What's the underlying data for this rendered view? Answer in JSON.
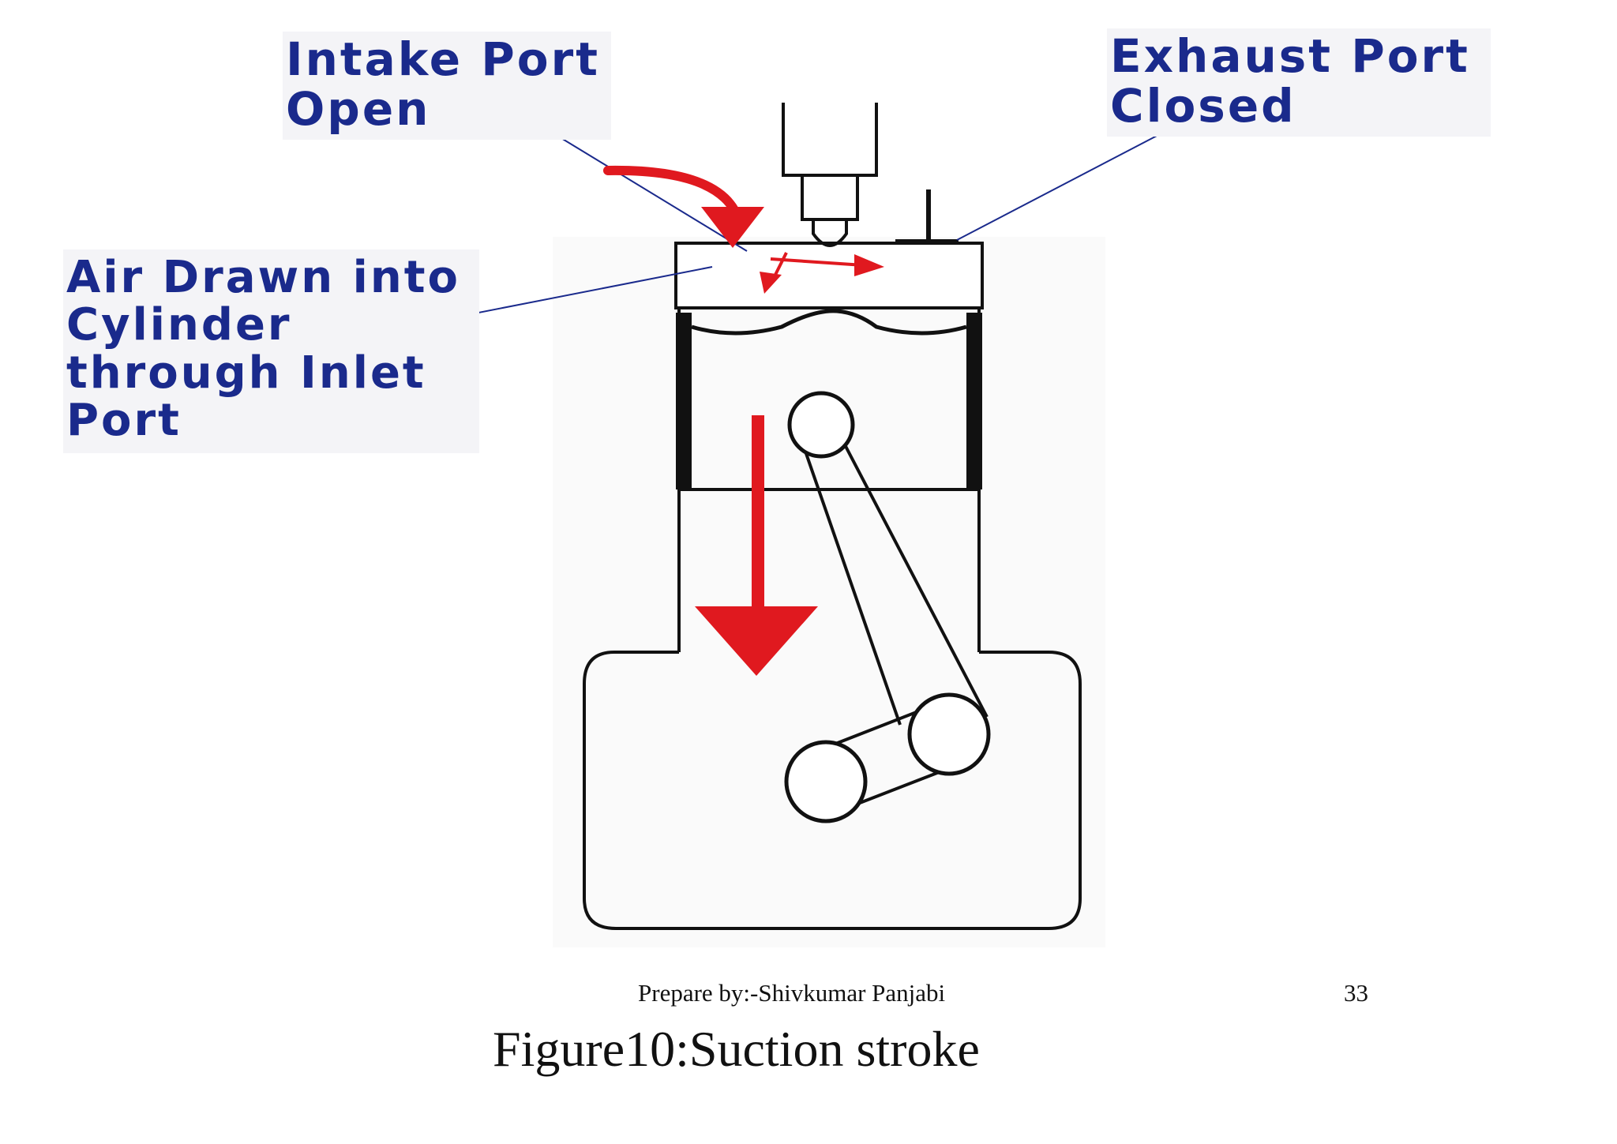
{
  "labels": {
    "intake": [
      "Intake Port",
      "Open"
    ],
    "exhaust": [
      "Exhaust Port",
      "Closed"
    ],
    "air": [
      "Air Drawn into",
      "Cylinder",
      "through Inlet",
      "Port"
    ]
  },
  "footer": {
    "author": "Prepare by:-Shivkumar Panjabi",
    "page_number": "33"
  },
  "caption": "Figure10:Suction stroke",
  "colors": {
    "label_text": "#1a2a8c",
    "arrow": "#e0191f",
    "outline": "#111111"
  },
  "icons": {
    "piston_motion": "down-arrow-icon",
    "air_flow": "curved-arrow-icon"
  }
}
